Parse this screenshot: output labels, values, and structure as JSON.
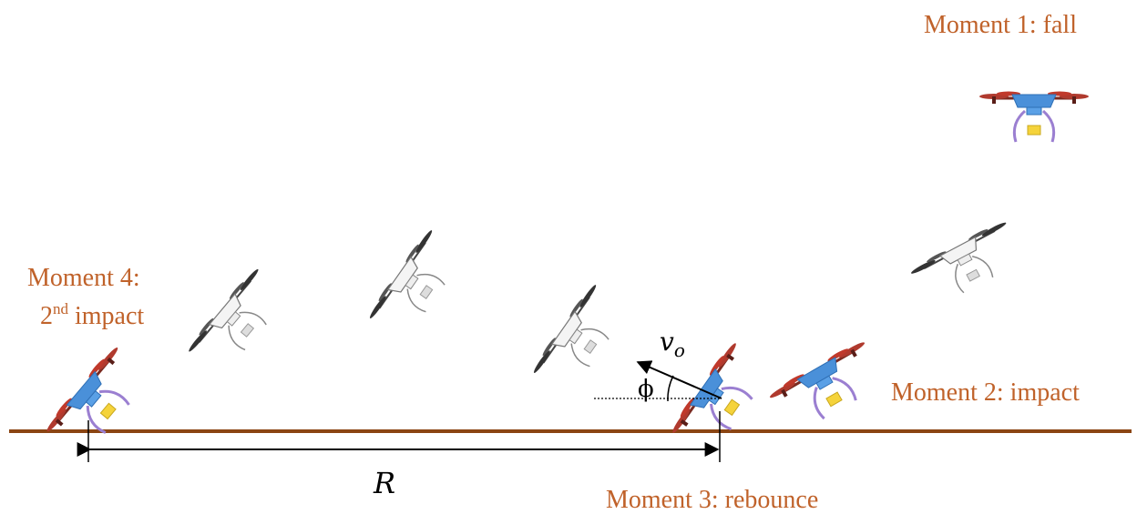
{
  "labels": {
    "moment1": "Moment 1: fall",
    "moment2": "Moment 2: impact",
    "moment3": "Moment 3: rebounce",
    "moment4_line1": "Moment 4:",
    "moment4_line2_num": "2",
    "moment4_line2_sup": "nd",
    "moment4_line2_rest": " impact"
  },
  "symbols": {
    "velocity_base": "v",
    "velocity_sub": "o",
    "angle": "ϕ",
    "range": "R"
  },
  "colors": {
    "label": "#c0622a",
    "ground": "#8b4513",
    "drone_body": "#4a90d9",
    "propeller": "#b03a2e",
    "legs": "#9b7fd1",
    "battery": "#f5d33b",
    "ghost": "#555555"
  },
  "icons": [
    "drone-icon",
    "ghost-drone-icon",
    "double-arrow-icon",
    "velocity-arrow-icon"
  ]
}
